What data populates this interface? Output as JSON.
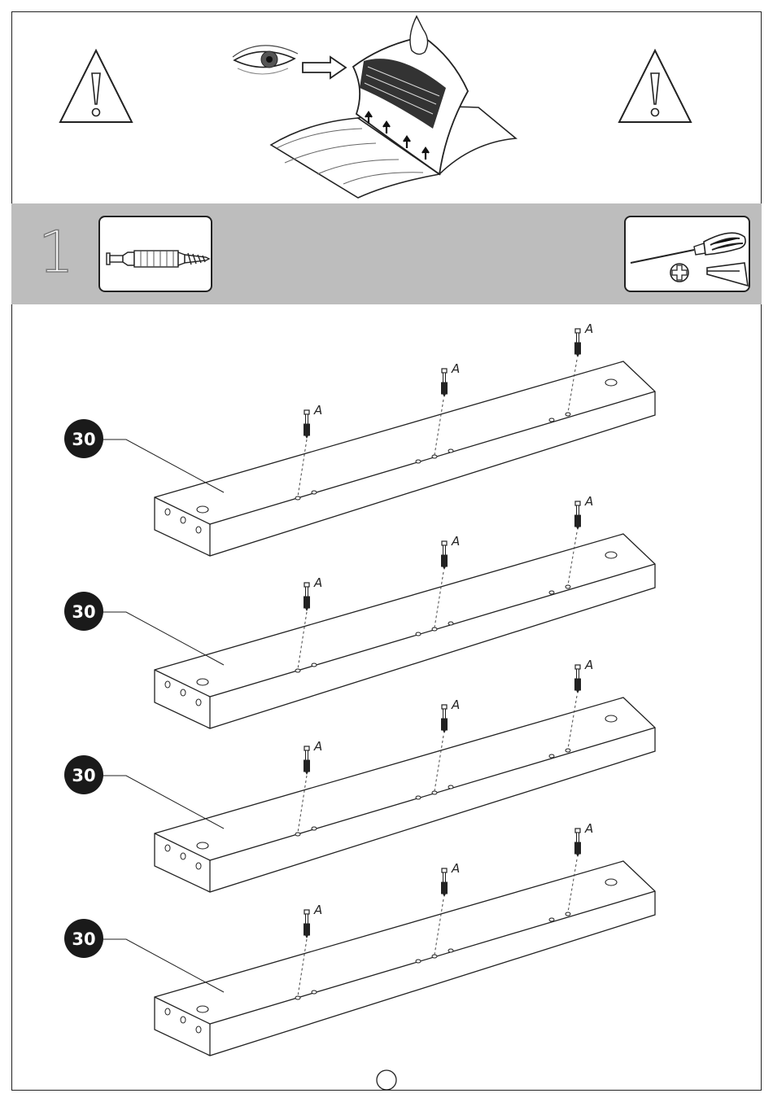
{
  "step": {
    "number": "1"
  },
  "hardware": {
    "icon": "cam-dowel-icon"
  },
  "tools": {
    "icons": [
      "screwdriver-icon",
      "phillips-head-icon",
      "flat-head-icon"
    ]
  },
  "warnings": {
    "icon": "warning-triangle-icon"
  },
  "panels": [
    {
      "part": "30",
      "fitting": "A"
    },
    {
      "part": "30",
      "fitting": "A"
    },
    {
      "part": "30",
      "fitting": "A"
    },
    {
      "part": "30",
      "fitting": "A"
    }
  ],
  "page_number": ""
}
